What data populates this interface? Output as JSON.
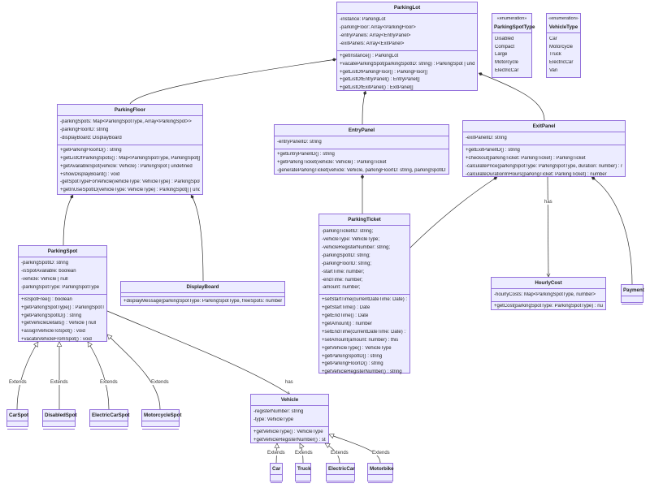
{
  "diagram": {
    "classes": {
      "parking_lot": {
        "name": "ParkingLot",
        "attributes": [
          "-instance: ParkingLot",
          "-parkingFloor: Array<ParkingFloor>",
          "-entryPanels: Array<EntryPanel>",
          "-exitPanels: Array<ExitPanel>"
        ],
        "methods": [
          "+getInstance() : ParkingLot",
          "+vacateParkingSpot(parkingSpotID: string) : ParkingSpot | undefined",
          "+getListOfParkingFloor() : ParkingFloor[]",
          "+getListOfEntryPanel() : EntryPanel[]",
          "+getListOfExitPanel() : ExitPanel[]"
        ]
      },
      "parking_spot_type": {
        "stereotype": "«enumeration»",
        "name": "ParkingSpotType",
        "values": [
          "Disabled",
          "Compact",
          "Large",
          "Motorcycle",
          "ElectricCar"
        ]
      },
      "vehicle_type": {
        "stereotype": "«enumeration»",
        "name": "VehicleType",
        "values": [
          "Car",
          "Motorcycle",
          "Truck",
          "ElectricCar",
          "Van"
        ]
      },
      "parking_floor": {
        "name": "ParkingFloor",
        "attributes": [
          "-parkingSpots: Map<ParkingSpotType, Array<ParkingSpot>>",
          "-parkingFloorID: string",
          "-displayBoard: DisplayBoard"
        ],
        "methods": [
          "+getParkingFloorID() : string",
          "+getListOfParkingSpots() : Map<ParkingSpotType, ParkingSpot[]>",
          "+getAvailableSpot(vehicle: Vehicle) : ParkingSpot | undefined",
          "+showDisplayBoard() : void",
          "-getSpotTypeForVehicle(vehicleType: VehicleType) : ParkingSpotType",
          "+getInUseSpotID(vehicleType: VehicleType) : ParkingSpot[] | undefined"
        ]
      },
      "entry_panel": {
        "name": "EntryPanel",
        "attributes": [
          "-entryPanelID: string"
        ],
        "methods": [
          "+getEntryPanelID() : string",
          "+getParkingTicket(vehicle: Vehicle) : ParkingTicket",
          "-generateParkingTicket(vehicle: Vehicle, parkingFloorID: string, parkingSpotID: string)"
        ]
      },
      "exit_panel": {
        "name": "ExitPanel",
        "attributes": [
          "-exitPanelID: string"
        ],
        "methods": [
          "+getExitPanelID() : string",
          "+checkout(parkingTicket: ParkingTicket) : ParkingTicket",
          "-calculatePrice(parkingSpotType: ParkingSpotType, duration: number) : number",
          "-calculateDurationInHours(parkingTicket: ParkingTicket) : number"
        ]
      },
      "parking_spot": {
        "name": "ParkingSpot",
        "attributes": [
          "-parkingSpotID: string",
          "-isSpotAvailable: boolean",
          "-vehicle: Vehicle | null",
          "-parkingSpotType: ParkingSpotType"
        ],
        "methods": [
          "+isSpotFree() : boolean",
          "+getParkingSpotType() : ParkingSpotType",
          "+getParkingSpotID() : string",
          "+getVehicleDetails() : Vehicle | null",
          "+assignVehicleToSpot() : void",
          "+vacateVehicleFromSpot() : void"
        ]
      },
      "display_board": {
        "name": "DisplayBoard",
        "attributes": [],
        "methods": [
          "+displayMessage(parkingSpotType: ParkingSpotType, freeSpots: number) : void"
        ]
      },
      "parking_ticket": {
        "name": "ParkingTicket",
        "attributes": [
          "-parkingTicketID: string;",
          "-vehicleType: VehicleType;",
          "-vehicleRegisterNumber: string;",
          "-parkingSpotID: string;",
          "-parkingFloorID: string;",
          "-startTime: number;",
          "-endTime: number;",
          "-amount: number;"
        ],
        "methods": [
          "+setStartTime(currentDateTime: Date) : this",
          "+getStartTime() : Date",
          "+getEndTime() : Date",
          "+getAmount() : number",
          "+setEndTime(currentDateTime: Date) : this",
          "+setAmount(amount: number) : this",
          "+getVehicleType() : VehicleType",
          "+getParkingSpotID() : string",
          "+getParkingFloorID() : string",
          "+getVehicleRegisterNumber() : string"
        ]
      },
      "hourly_cost": {
        "name": "HourlyCost",
        "attributes": [
          "-hourlyCosts: Map<ParkingSpotType, number>"
        ],
        "methods": [
          "+getCost(parkingSpotType: ParkingSpotType) : number"
        ]
      },
      "payment": {
        "name": "Payment"
      },
      "vehicle": {
        "name": "Vehicle",
        "attributes": [
          "-registerNumber: string",
          "-type: VehicleType"
        ],
        "methods": [
          "+getVehicleType() : VehicleType",
          "+getVehicleRegisterNumber() : string"
        ]
      },
      "car_spot": {
        "name": "CarSpot"
      },
      "disabled_spot": {
        "name": "DisabledSpot"
      },
      "electric_car_spot": {
        "name": "ElectricCarSpot"
      },
      "motorcycle_spot": {
        "name": "MotorcycleSpot"
      },
      "car": {
        "name": "Car"
      },
      "truck": {
        "name": "Truck"
      },
      "electric_car": {
        "name": "ElectricCar"
      },
      "motorbike": {
        "name": "Motorbike"
      }
    },
    "relation_labels": {
      "extends": "Extends",
      "has": "has"
    }
  },
  "colors": {
    "class_fill": "#ECECFF",
    "class_border": "#9370DB",
    "edge": "#333333"
  }
}
